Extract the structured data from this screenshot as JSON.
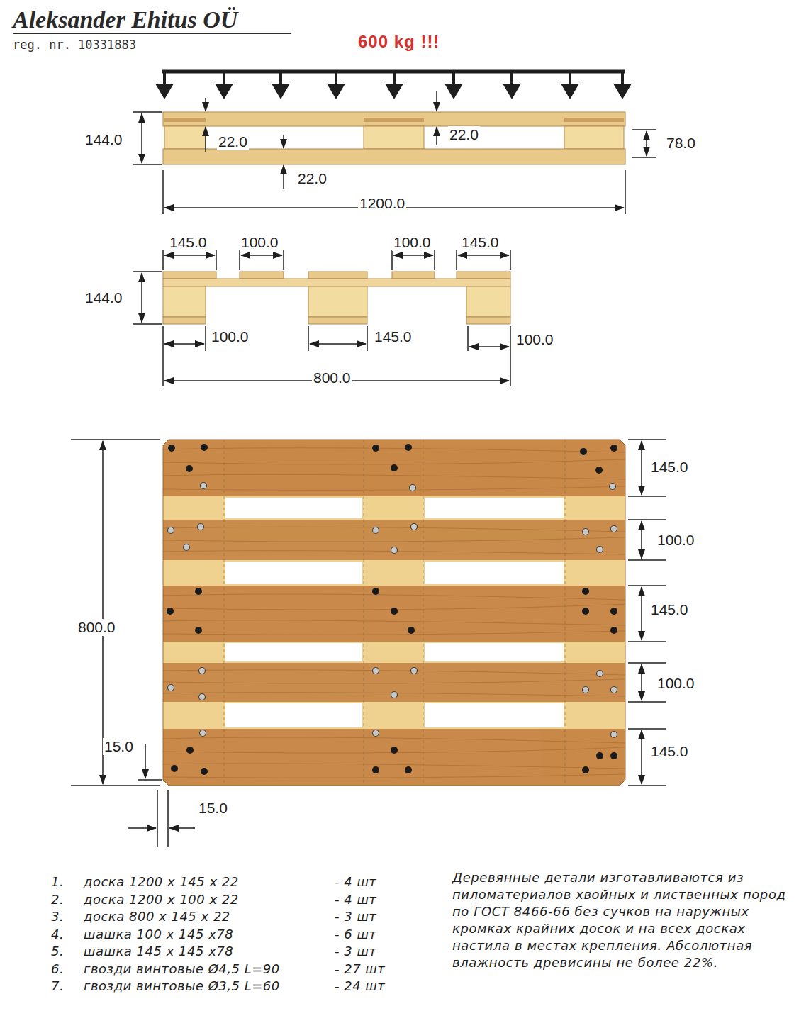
{
  "diagram": {
    "title": "Aleksander Ehitus OÜ",
    "labels": [
      "reg. nr. 10331883",
      "600 kg !!!",
      "144.0",
      "22.0",
      "22.0",
      "78.0",
      "22.0",
      "1200.0",
      "145.0",
      "100.0",
      "100.0",
      "145.0",
      "144.0",
      "100.0",
      "145.0",
      "100.0",
      "800.0",
      "800.0",
      "145.0",
      "100.0",
      "145.0",
      "100.0",
      "145.0",
      "15.0",
      "15.0",
      "1.",
      "доска 1200 x 145 x 22",
      "- 4 шт",
      "2.",
      "доска 1200 x 100 x 22",
      "- 4 шт",
      "3.",
      "доска 800 x 145 x 22",
      "- 3 шт",
      "4.",
      "шашка 100 x 145 x78",
      "- 6 шт",
      "5.",
      "шашка 145 x 145 x78",
      "- 3 шт",
      "6.",
      "гвозди винтовые Ø4,5 L=90",
      "- 27 шт",
      "7.",
      "гвозди винтовые Ø3,5 L=60",
      "- 24 шт",
      "Деревянные детали изготавливаются из пиломатериалов хвойных и лиственных пород по ГОСТ 8466-66 без сучков на наружных кромках крайних досок и на всех досках настила в местах крепления. Абсолютная влажность древисины не более 22%."
    ]
  }
}
